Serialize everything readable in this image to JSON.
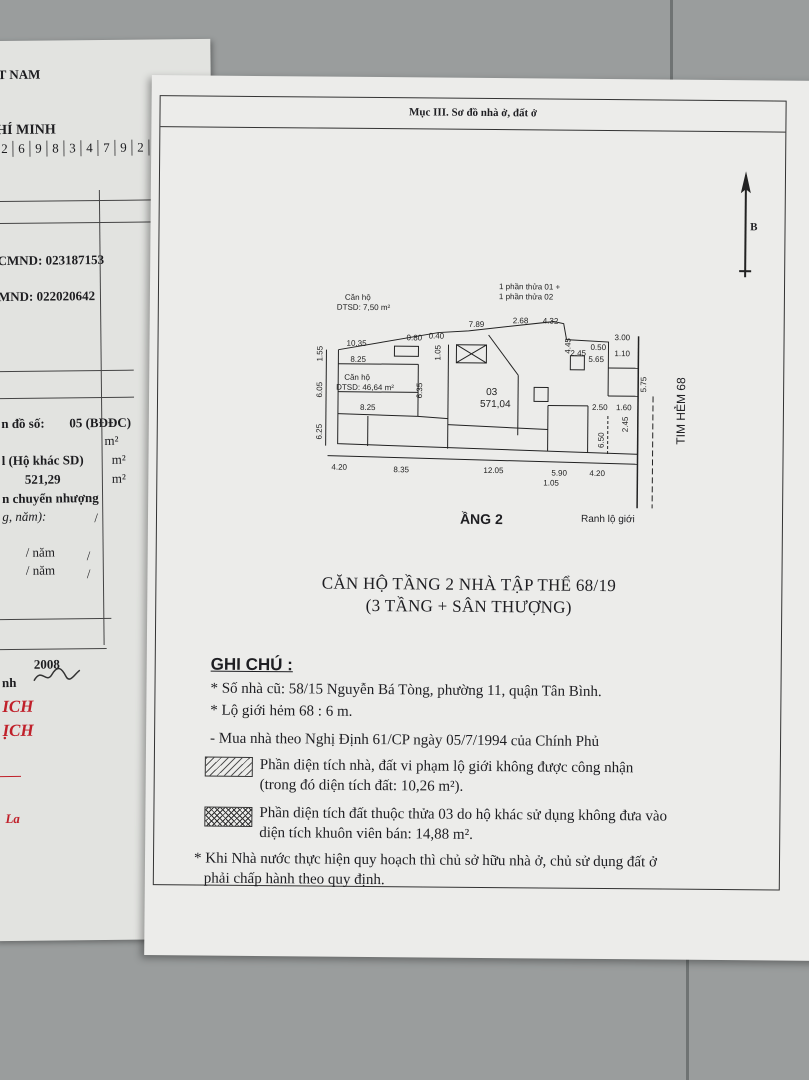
{
  "left_page": {
    "country_fragment": "T NAM",
    "city_fragment": "HÍ MINH",
    "serial_digits": [
      "2",
      "6",
      "9",
      "8",
      "3",
      "4",
      "7",
      "9",
      "2"
    ],
    "id_1": "CMND: 023187153",
    "id_2": "MND: 022020642",
    "map_sheet": "n đồ số:",
    "map_sheet_value": "05 (BĐĐC)",
    "unit_1": "m²",
    "other_use": "l (Hộ khác SD)",
    "unit_2": "m²",
    "area_value": "521,29",
    "unit_3": "m²",
    "transfer": "n chuyển nhượng",
    "date_hint": "g, năm):",
    "slash_1": "/",
    "year_1": "/ năm",
    "slash_2": "/",
    "year_2": "/ năm",
    "slash_3": "/",
    "year_value": "2008",
    "nh_fragment": "nh",
    "red_1": "ICH",
    "red_2": "ỊCH",
    "red_3": "La"
  },
  "right_page": {
    "section_title": "Mục III. Sơ đồ nhà ở, đất ở",
    "north_letter": "B",
    "plan": {
      "apartment_small": "Căn hộ",
      "area_small": "DTSD: 7,50 m²",
      "apartment_main": "Căn hộ",
      "area_main": "DTSD: 46,64 m²",
      "parcel_note_1": "1 phần thửa 01 +",
      "parcel_note_2": "1 phần thửa 02",
      "parcel_no": "03",
      "parcel_area": "571,04",
      "dims": {
        "d1035": "10.35",
        "d080": "0.80",
        "d040": "0.40",
        "d789": "7.89",
        "d268": "2.68",
        "d432": "4.32",
        "d445": "4.45",
        "d300": "3.00",
        "d050": "0.50",
        "d110": "1.10",
        "d245": "2.45",
        "d565": "5.65",
        "d155": "1.55",
        "d105a": "1.05",
        "d825a": "8.25",
        "d605": "6.05",
        "d635": "6.35",
        "d575": "5.75",
        "d250": "2.50",
        "d160": "1.60",
        "d825b": "8.25",
        "d245b": "2.45",
        "d625": "6.25",
        "d650": "6.50",
        "d420a": "4.20",
        "d835": "8.35",
        "d1205": "12.05",
        "d590": "5.90",
        "d420b": "4.20",
        "d105b": "1.05"
      },
      "floor_label": "ẦNG 2",
      "boundary": "Ranh lộ giới",
      "alley": "TIM HẺM 68"
    },
    "title_line_1": "CĂN HỘ TẦNG 2 NHÀ TẬP THỂ 68/19",
    "title_line_2": "(3 TẦNG + SÂN THƯỢNG)",
    "notes_heading": "GHI CHÚ :",
    "notes": {
      "n1": "* Số nhà cũ: 58/15 Nguyễn Bá Tòng, phường 11, quận Tân Bình.",
      "n2": "* Lộ giới hẻm 68 : 6 m.",
      "n3": "- Mua nhà theo Nghị Định 61/CP ngày 05/7/1994 của Chính Phủ",
      "n4a": "Phần diện tích nhà, đất vi phạm lộ giới không được công nhận",
      "n4b": "(trong đó diện tích đất: 10,26 m²).",
      "n5a": "Phần diện tích đất thuộc thửa 03 do hộ khác sử dụng không đưa vào",
      "n5b": "diện tích khuôn viên bán: 14,88 m².",
      "n6a": "* Khi Nhà nước thực hiện quy hoạch thì chủ sở hữu nhà ở, chủ sử dụng đất ở",
      "n6b": "phải chấp hành theo quy định."
    }
  }
}
